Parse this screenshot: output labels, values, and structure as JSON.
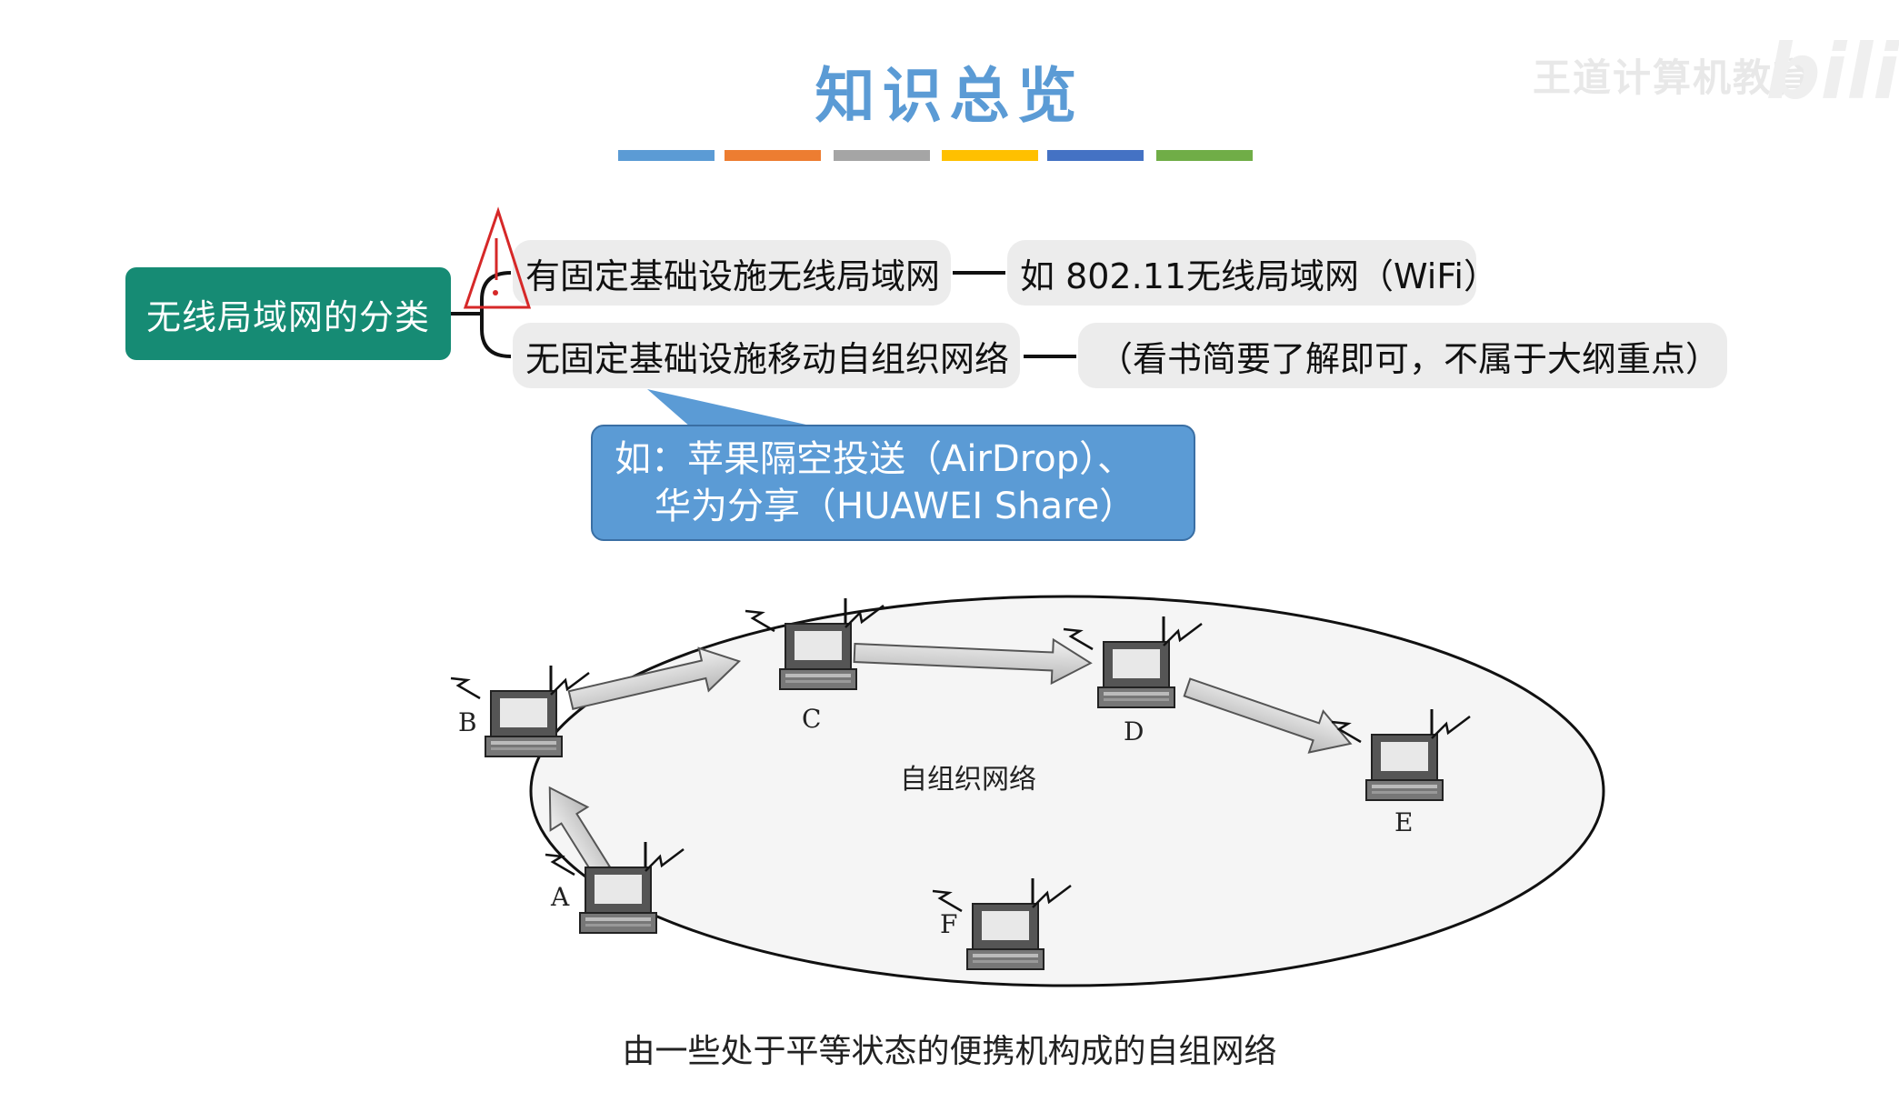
{
  "title": "知识总览",
  "watermark": "王道计算机教育",
  "watermark_logo": "bili",
  "color_bar": [
    "#5b9bd5",
    "#ed7d31",
    "#a5a5a5",
    "#ffc000",
    "#4472c4",
    "#70ad47"
  ],
  "mindmap": {
    "root": "无线局域网的分类",
    "branch1": {
      "label": "有固定基础设施无线局域网",
      "note": "如 802.11无线局域网（WiFi）"
    },
    "branch2": {
      "label": "无固定基础设施移动自组织网络",
      "note": "（看书简要了解即可，不属于大纲重点）"
    }
  },
  "callout": {
    "line1": "如：苹果隔空投送（AirDrop）、",
    "line2": "华为分享（HUAWEI Share）"
  },
  "network": {
    "center_label": "自组织网络",
    "nodes": [
      "A",
      "B",
      "C",
      "D",
      "E",
      "F"
    ]
  },
  "caption": "由一些处于平等状态的便携机构成的自组网络"
}
